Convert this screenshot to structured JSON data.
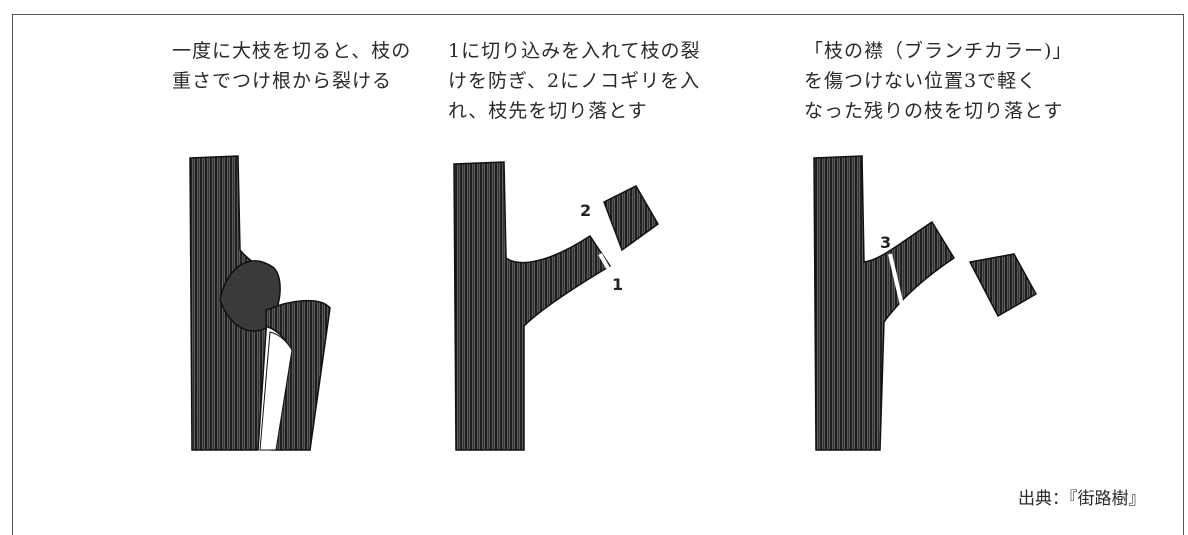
{
  "captions": {
    "step1": {
      "line1": "一度に大枝を切ると、枝の",
      "line2": "重さでつけ根から裂ける"
    },
    "step2": {
      "line1": "1に切り込みを入れて枝の裂",
      "line2": "けを防ぎ、2にノコギリを入",
      "line3": "れ、枝先を切り落とす"
    },
    "step3": {
      "line1": "「枝の襟（ブランチカラー)」",
      "line2": "を傷つけない位置3で軽く",
      "line3": "なった残りの枝を切り落とす"
    }
  },
  "markers": {
    "cut1": "1",
    "cut2": "2",
    "cut3": "3"
  },
  "source": "出典：『街路樹』"
}
